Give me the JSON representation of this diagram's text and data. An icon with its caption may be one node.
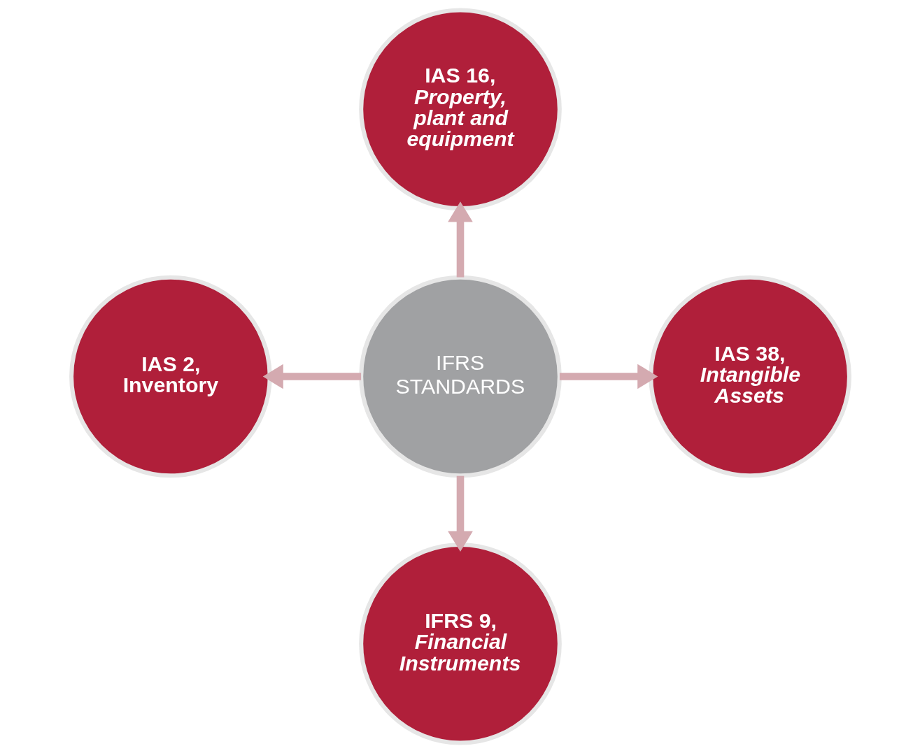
{
  "diagram": {
    "nodes": [
      {
        "text": [
          "IFRS STANDARDS"
        ]
      },
      {
        "text": [
          "IAS 16,",
          "Property, plant and equipment"
        ]
      },
      {
        "text": [
          "IAS 2, Inventory"
        ]
      },
      {
        "text": [
          "IAS 38,",
          "Intangible Assets"
        ]
      },
      {
        "text": [
          "IFRS 9,",
          "Financial Instruments"
        ]
      }
    ],
    "edges": [
      {
        "from": 0,
        "to": 1,
        "arrow": "to"
      },
      {
        "from": 0,
        "to": 2,
        "arrow": "to"
      },
      {
        "from": 0,
        "to": 3,
        "arrow": "to"
      },
      {
        "from": 0,
        "to": 4,
        "arrow": "to"
      }
    ]
  }
}
